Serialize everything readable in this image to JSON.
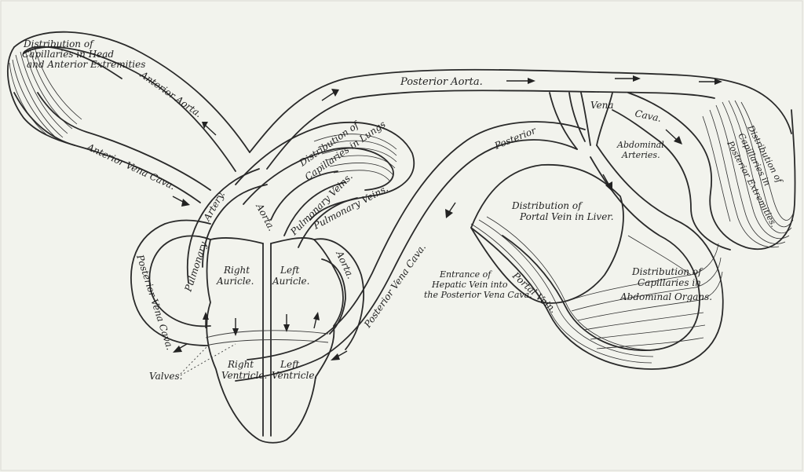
{
  "figure": {
    "labels": {
      "head_capillaries_1": "Distribution of",
      "head_capillaries_2": "Capillaries in Head",
      "head_capillaries_3": "and Anterior Extremities",
      "anterior_aorta": "Anterior Aorta.",
      "anterior_vena_cava": "Anterior Vena Cava.",
      "posterior_aorta": "Posterior Aorta.",
      "vena": "Vena",
      "cava": "Cava.",
      "posterior": "Posterior",
      "abdominal_arteries_1": "Abdominal",
      "abdominal_arteries_2": "Arteries.",
      "posterior_ext_1": "Distribution of",
      "posterior_ext_2": "Capillaries in",
      "posterior_ext_3": "Posterior Extremities.",
      "lungs_1": "Distribution of",
      "lungs_2": "Capillaries in Lungs",
      "pulmonary_veins_1": "Pulmonary Veins.",
      "pulmonary_veins_2": "Pulmonary Veins.",
      "pulmonary": "Pulmonary",
      "artery": "Artery.",
      "aorta_upper": "Aorta.",
      "aorta_right": "Aorta.",
      "portal_liver_1": "Distribution of",
      "portal_liver_2": "Portal Vein in Liver.",
      "abdominal_organs_1": "Distribution of",
      "abdominal_organs_2": "Capillaries in",
      "abdominal_organs_3": "Abdominal Organs.",
      "portal_vein": "Portal Vein.",
      "hepatic_1": "Entrance of",
      "hepatic_2": "Hepatic Vein into",
      "hepatic_3": "the Posterior Vena Cava.",
      "posterior_vena_cava_left": "Posterior Vena Cava.",
      "posterior_vena_cava_right": "Posterior Vena Cava.",
      "right_auricle_1": "Right",
      "right_auricle_2": "Auricle.",
      "left_auricle_1": "Left",
      "left_auricle_2": "Auricle.",
      "right_ventricle_1": "Right",
      "right_ventricle_2": "Ventricle.",
      "left_ventricle_1": "Left",
      "left_ventricle_2": "Ventricle.",
      "valves": "Valves."
    }
  }
}
